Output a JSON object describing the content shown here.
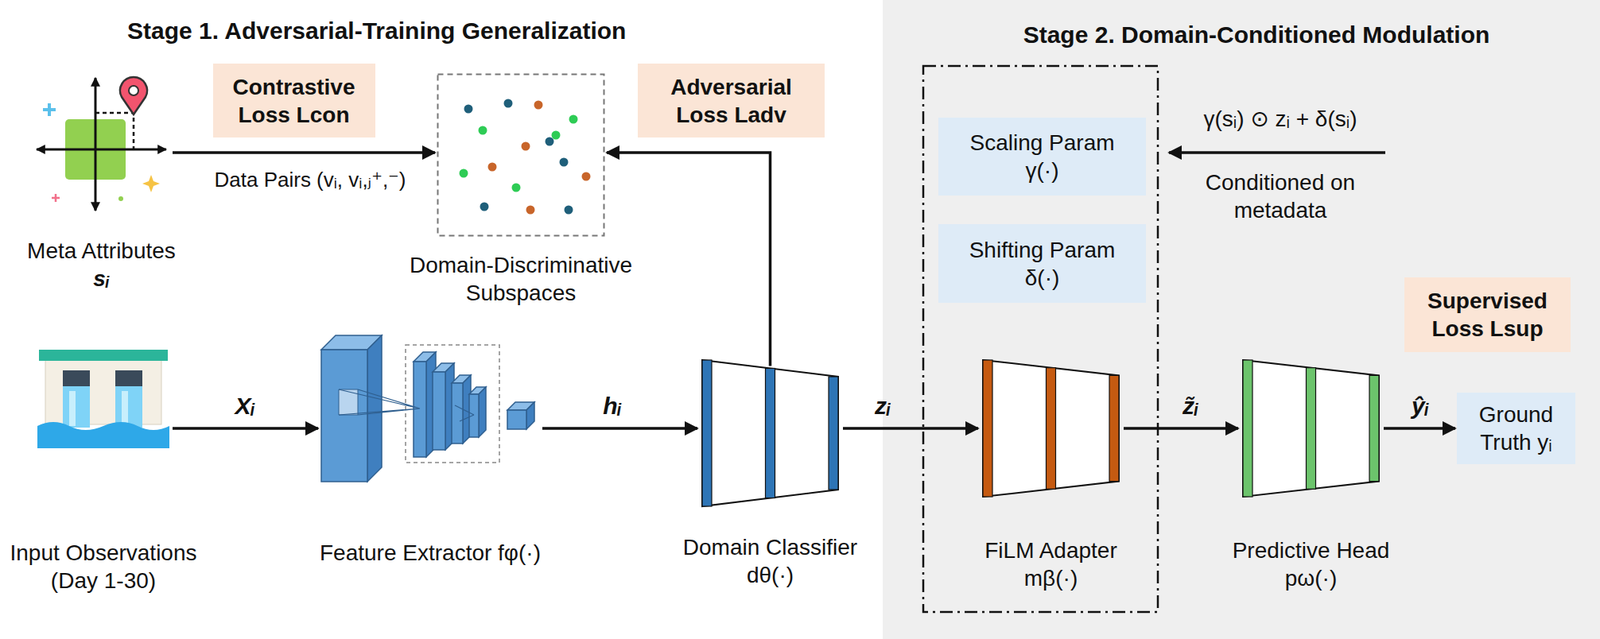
{
  "diagram": {
    "nodes": [
      {
        "text": [
          "Stage 2. Domain-Conditioned Modulation"
        ]
      },
      {
        "text": [
          "Meta Attributes",
          "sᵢ"
        ]
      },
      {
        "text": [
          "Contrastive Loss Lcon"
        ]
      },
      {
        "text": [
          "Domain-Discriminative Subspaces"
        ]
      },
      {
        "text": [
          "Adversarial Loss Ladv"
        ]
      },
      {
        "text": [
          "Scaling Param γ(·)"
        ],
        "in": 0
      },
      {
        "text": [
          "Shifting Param δ(·)"
        ],
        "in": 0
      },
      {
        "text": [
          "Supervised Loss Lsup"
        ],
        "in": 0
      },
      {
        "text": [
          "Input Observations (Day 1-30)"
        ]
      },
      {
        "text": [
          "Feature Extractor fφ(·)"
        ]
      },
      {
        "text": [
          "Domain Classifier dθ(·)"
        ]
      },
      {
        "text": [
          "FiLM Adapter mβ(·)"
        ],
        "in": 0
      },
      {
        "text": [
          "Predictive Head pω(·)"
        ],
        "in": 0
      },
      {
        "text": [
          "Ground Truth yᵢ"
        ],
        "in": 0
      }
    ],
    "edges": [
      {
        "from": 1,
        "to": 3,
        "arrow": "to",
        "label": "Data Pairs (vᵢ, vᵢ,ⱼ⁺,⁻)"
      },
      {
        "from": 8,
        "to": 9,
        "arrow": "to",
        "label": "Xᵢ"
      },
      {
        "from": 9,
        "to": 10,
        "arrow": "to",
        "label": "hᵢ"
      },
      {
        "from": 10,
        "to": 3,
        "arrow": "to"
      },
      {
        "from": 10,
        "to": 11,
        "arrow": "to",
        "label": "zᵢ"
      },
      {
        "from": 11,
        "to": 12,
        "arrow": "to",
        "label": "z̃ᵢ"
      },
      {
        "from": 12,
        "to": 13,
        "arrow": "to",
        "label": "ŷᵢ"
      }
    ],
    "labels": [
      "Stage 1. Adversarial-Training Generalization",
      "γ(sᵢ) ⊙ zᵢ + δ(sᵢ)",
      "Conditioned on metadata"
    ]
  }
}
